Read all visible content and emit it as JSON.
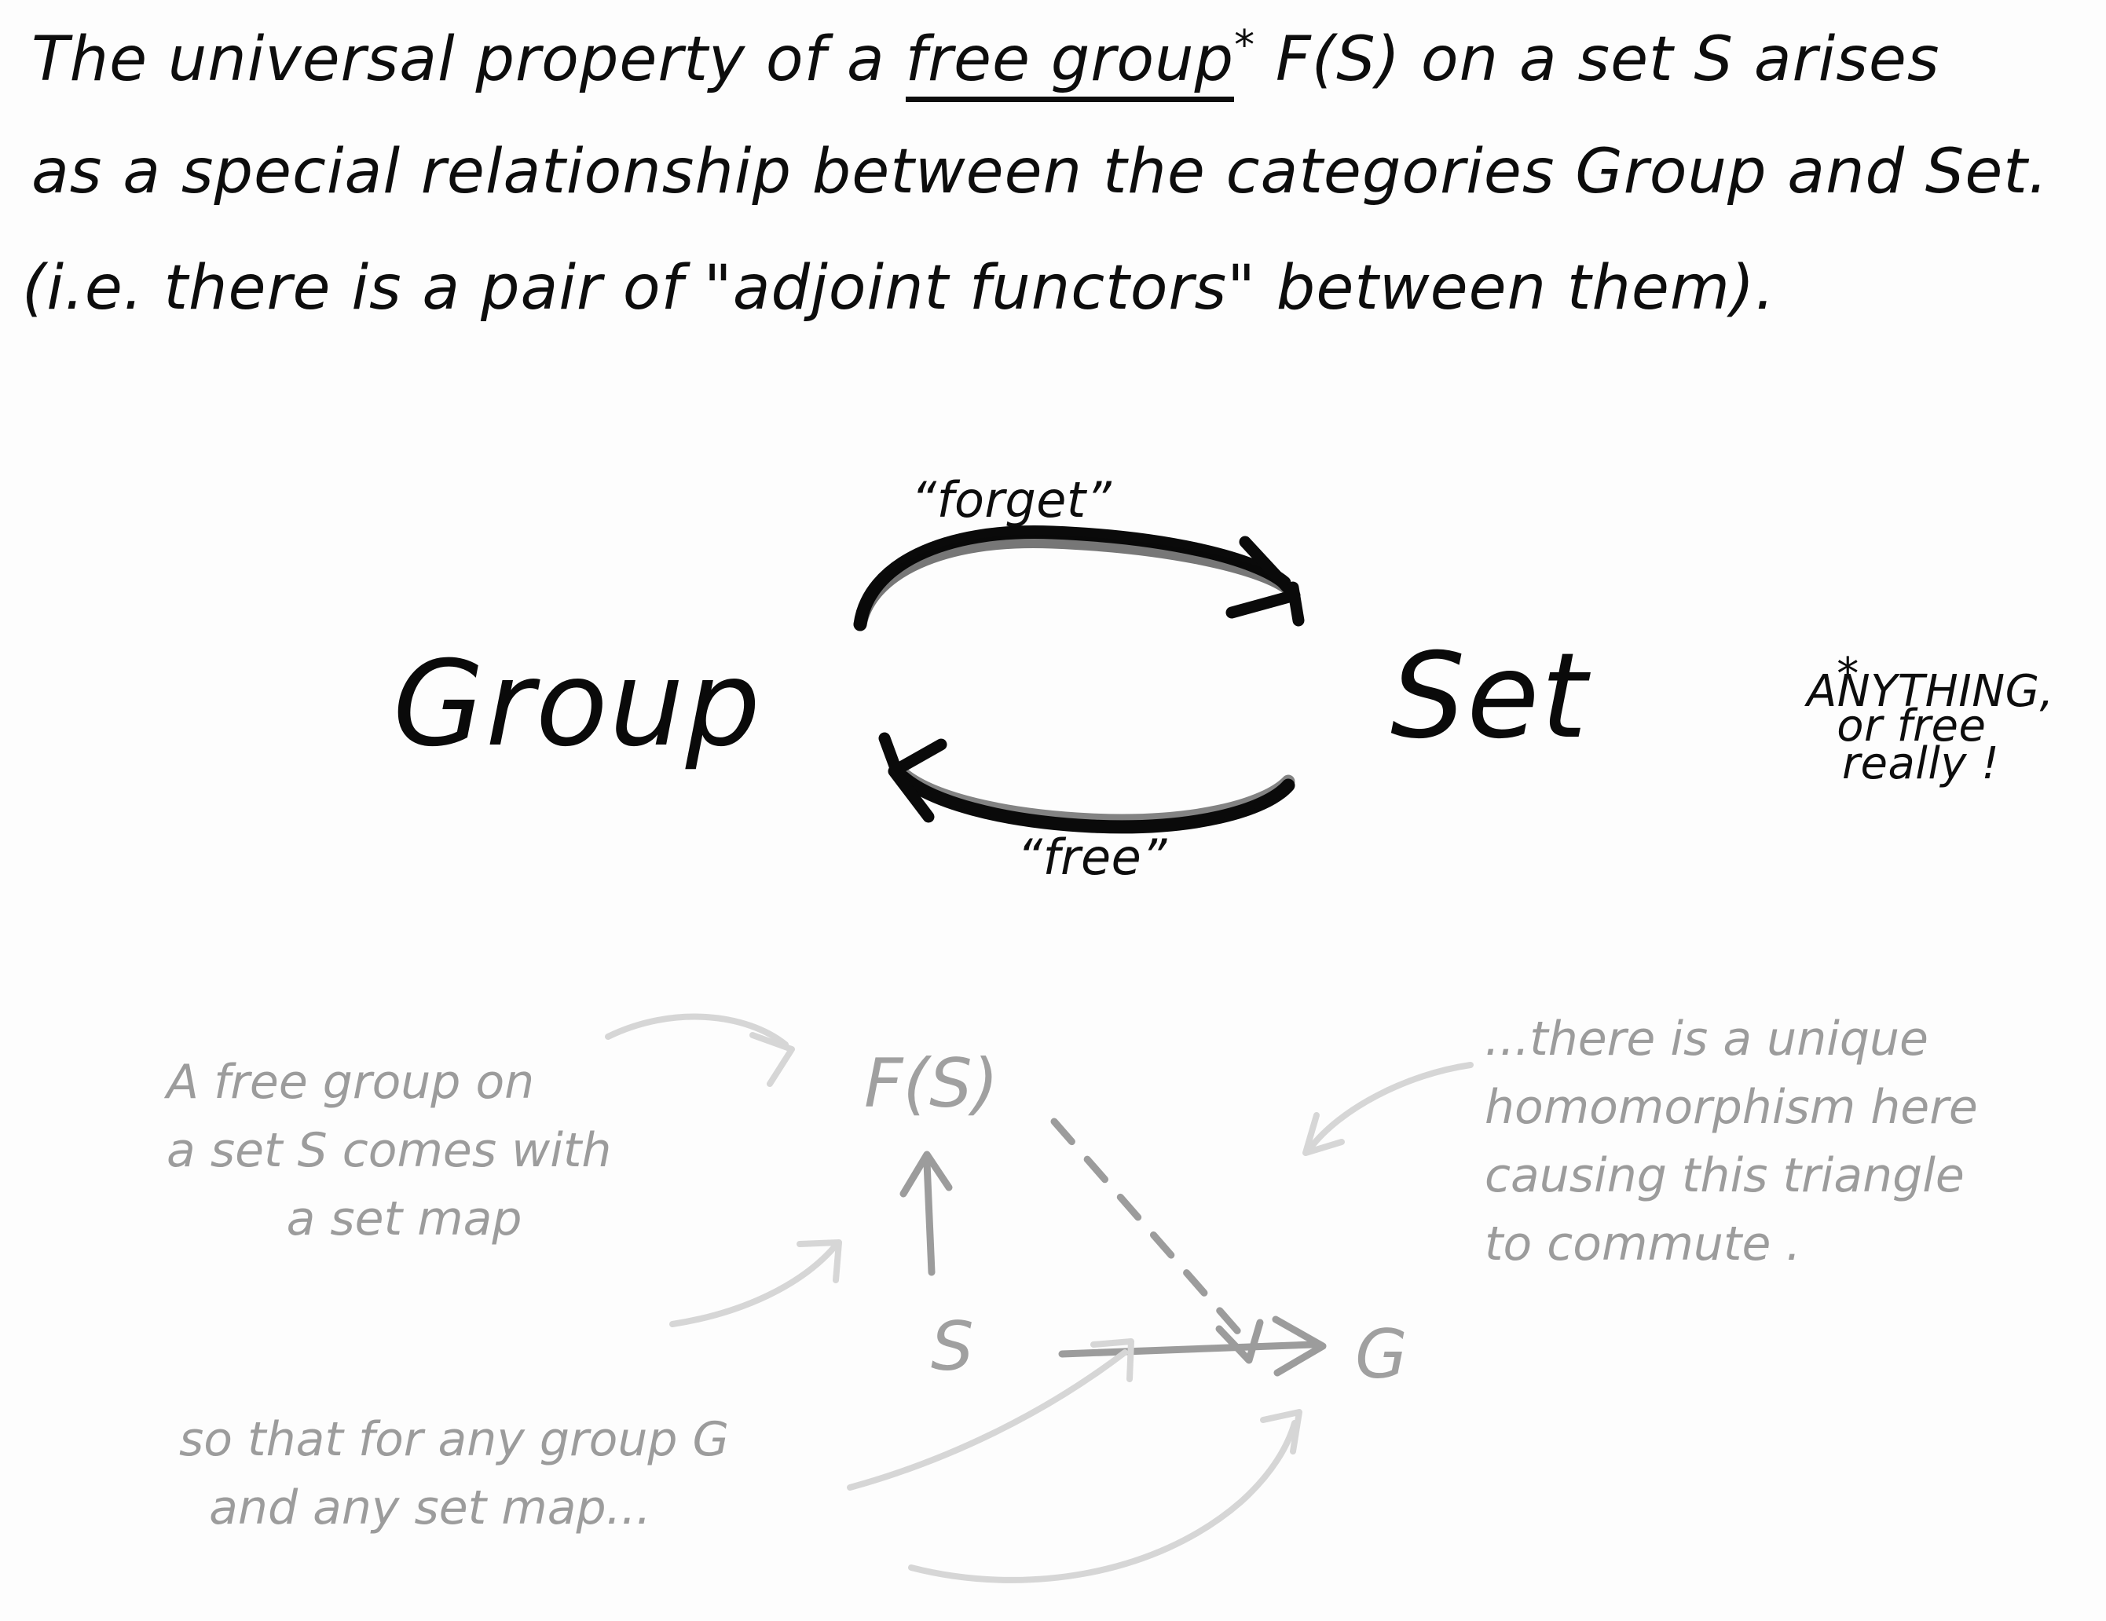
{
  "meta": {
    "background_color": "#ffffff",
    "ink_color": "#0d0d0d",
    "annotation_gray": "#9c9c9c",
    "annotation_light_gray": "#d6d6d6"
  },
  "paragraph": {
    "line1_a": "The universal property of a ",
    "line1_underlined": "free group",
    "line1_star": "*",
    "line1_b": " F(S) on a set S  arises",
    "line2": "as a  special relationship between the categories Group and Set.",
    "line3": "(i.e. there is a pair of \"adjoint functors\"  between them)."
  },
  "adjunction": {
    "left_category": "Group",
    "right_category": "Set",
    "top_arrow_label": "“forget”",
    "bottom_arrow_label": "“free”",
    "top_arrow_direction": "Group-to-Set",
    "bottom_arrow_direction": "Set-to-Group"
  },
  "footnote": {
    "marker": "*",
    "line1": "or free",
    "line2": "ANYTHING,",
    "line3": "really !"
  },
  "triangle": {
    "node_top_left": "F(S)",
    "node_bottom_left": "S",
    "node_bottom_right": "G",
    "edge_vertical": "S → F(S)",
    "edge_diagonal_dashed": "F(S) ⇢ G",
    "edge_horizontal": "S → G"
  },
  "annotations": {
    "left_top": "A free group on\na set S comes with\n        a set map",
    "left_bottom": "so that for any group G\n  and any set map...",
    "right": "...there is a unique\nhomomorphism here\ncausing this triangle\nto commute ."
  }
}
